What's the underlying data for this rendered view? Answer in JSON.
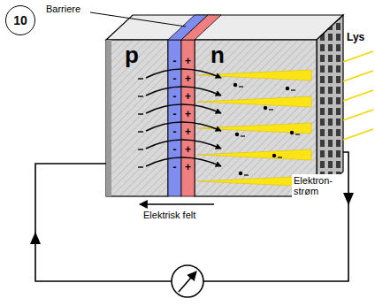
{
  "diagram": {
    "nodes": [
      {
        "text": [
          "10"
        ]
      }
    ],
    "labels": [
      "Barriere",
      "Lys",
      "p",
      "n",
      "-",
      "-",
      "-",
      "-",
      "-",
      "-",
      "-",
      "+",
      "+",
      "+",
      "+",
      "+",
      "+",
      "+",
      "Elektrisk felt",
      "Elektron- strøm"
    ]
  }
}
